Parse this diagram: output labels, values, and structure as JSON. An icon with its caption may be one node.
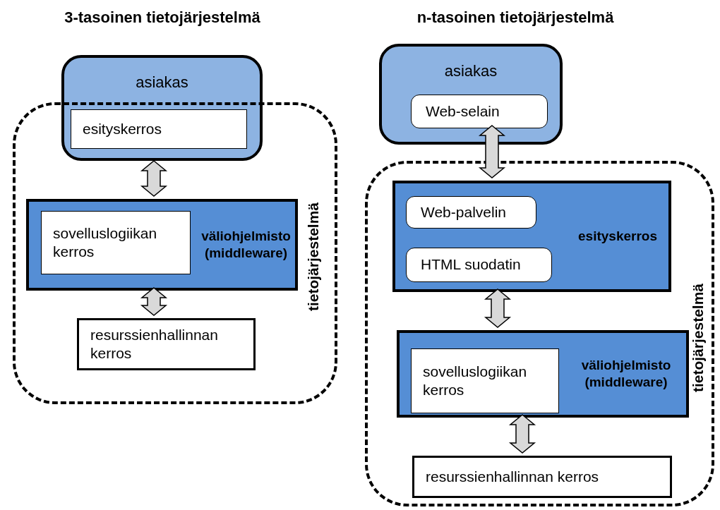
{
  "diagram": {
    "nodes": [
      {
        "text": [
          "asiakas"
        ]
      },
      {
        "text": [
          "esityskerros"
        ]
      },
      {
        "text": [
          "tietojärjestelmä"
        ]
      },
      {
        "text": [
          "väliohjelmisto (middleware)"
        ],
        "in": 2
      },
      {
        "text": [
          "sovelluslogiikan kerros"
        ],
        "in": 3
      },
      {
        "text": [
          "resurssienhallinnan kerros"
        ],
        "in": 2
      },
      {
        "text": [
          "asiakas"
        ]
      },
      {
        "text": [
          "Web-selain"
        ],
        "in": 6
      },
      {
        "text": [
          "tietojärjestelmä"
        ]
      },
      {
        "text": [
          "esityskerros"
        ],
        "in": 8
      },
      {
        "text": [
          "Web-palvelin"
        ],
        "in": 9
      },
      {
        "text": [
          "HTML suodatin"
        ],
        "in": 9
      },
      {
        "text": [
          "väliohjelmisto (middleware)"
        ],
        "in": 8
      },
      {
        "text": [
          "sovelluslogiikan kerros"
        ],
        "in": 12
      },
      {
        "text": [
          "resurssienhallinnan kerros"
        ],
        "in": 8
      }
    ],
    "edges": [
      {
        "from": 0,
        "to": 3,
        "arrow": "both"
      },
      {
        "from": 3,
        "to": 5,
        "arrow": "both"
      },
      {
        "from": 7,
        "to": 9,
        "arrow": "both"
      },
      {
        "from": 9,
        "to": 12,
        "arrow": "both"
      },
      {
        "from": 12,
        "to": 14,
        "arrow": "both"
      }
    ],
    "labels": [
      "3-tasoinen tietojärjestelmä",
      "n-tasoinen tietojärjestelmä"
    ]
  }
}
